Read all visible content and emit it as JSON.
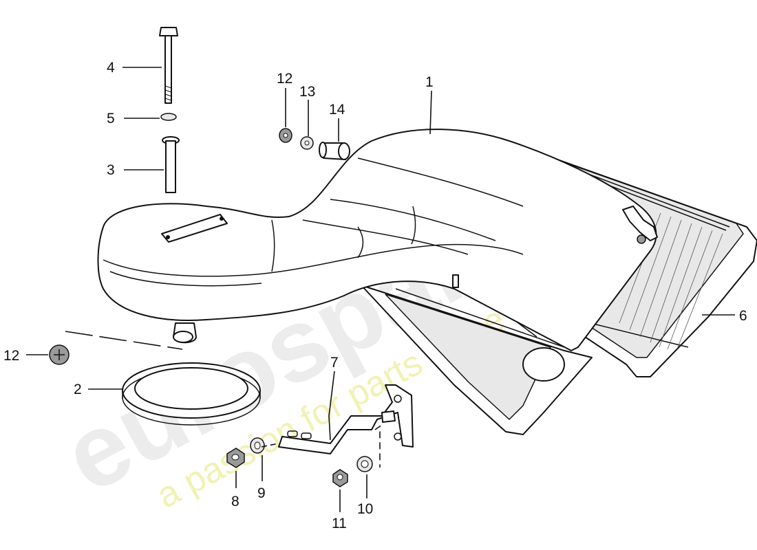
{
  "watermark": {
    "brand": "eurospares",
    "tagline": "a passion for parts since 1985",
    "brand_color": "#d6d6d6",
    "tagline_color": "#efef9a"
  },
  "callouts": [
    {
      "id": "c1",
      "label": "1"
    },
    {
      "id": "c2",
      "label": "2"
    },
    {
      "id": "c3",
      "label": "3"
    },
    {
      "id": "c4",
      "label": "4"
    },
    {
      "id": "c5",
      "label": "5"
    },
    {
      "id": "c6",
      "label": "6"
    },
    {
      "id": "c7",
      "label": "7"
    },
    {
      "id": "c8",
      "label": "8"
    },
    {
      "id": "c9",
      "label": "9"
    },
    {
      "id": "c10",
      "label": "10"
    },
    {
      "id": "c11",
      "label": "11"
    },
    {
      "id": "c12a",
      "label": "12"
    },
    {
      "id": "c12b",
      "label": "12"
    },
    {
      "id": "c13",
      "label": "13"
    },
    {
      "id": "c14",
      "label": "14"
    }
  ]
}
